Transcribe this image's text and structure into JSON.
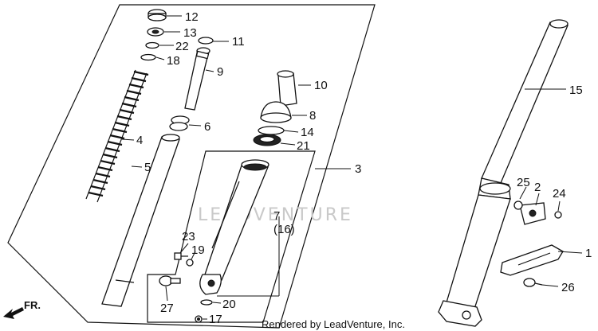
{
  "callouts": {
    "p1": "1",
    "p2": "2",
    "p3": "3",
    "p4": "4",
    "p5": "5",
    "p6": "6",
    "p7": "7",
    "p7b": "(16)",
    "p8": "8",
    "p9": "9",
    "p10": "10",
    "p11": "11",
    "p12": "12",
    "p13": "13",
    "p14": "14",
    "p15": "15",
    "p17": "17",
    "p18": "18",
    "p19": "19",
    "p20": "20",
    "p21": "21",
    "p22": "22",
    "p23": "23",
    "p24": "24",
    "p25": "25",
    "p26": "26",
    "p27": "27"
  },
  "direction_label": "FR.",
  "watermark": "LEADVENTURE",
  "credit": "Rendered by LeadVenture, Inc."
}
